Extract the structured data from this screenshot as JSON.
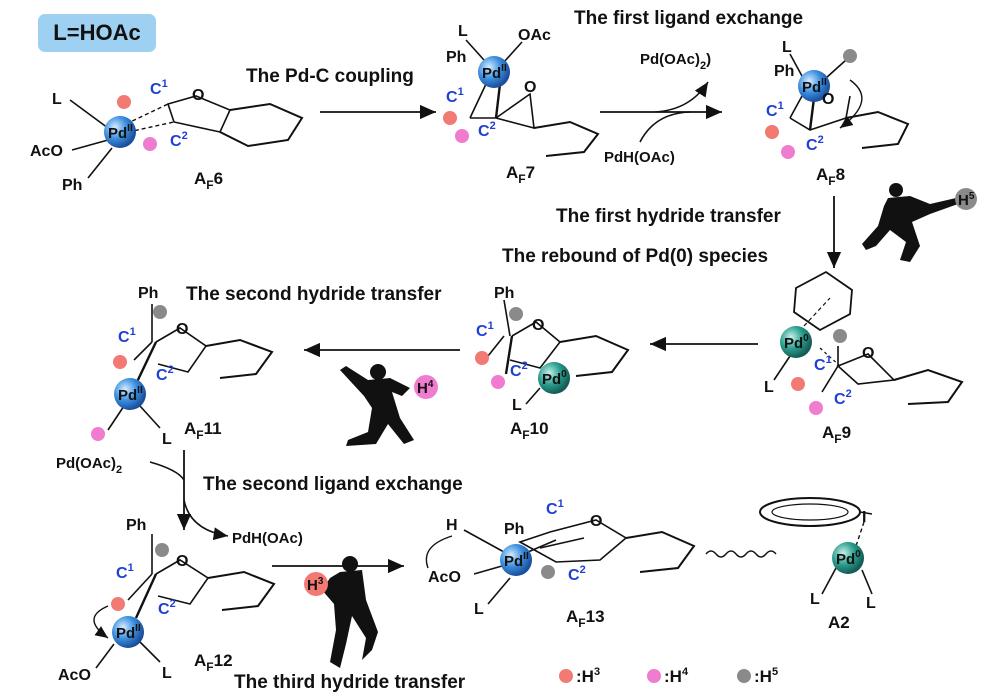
{
  "legend_box": "L=HOAc",
  "steps": {
    "pd_c_coupling": "The Pd-C coupling",
    "first_ligand_exchange": "The first ligand exchange",
    "first_hydride_transfer": "The first hydride transfer",
    "rebound_pd0": "The rebound of Pd(0) species",
    "second_hydride_transfer": "The second hydride transfer",
    "second_ligand_exchange": "The second ligand exchange",
    "third_hydride_transfer": "The third hydride transfer"
  },
  "reagents": {
    "pdoac2_out": "Pd(OAc)",
    "pdoac2_out_sub": "2",
    "pdhoac_in": "PdH(OAc)",
    "pdoac2_in": "Pd(OAc)",
    "pdoac2_in_sub": "2",
    "pdhoac_out": "PdH(OAc)"
  },
  "compounds": {
    "af6": {
      "main": "A",
      "sub": "F",
      "num": "6"
    },
    "af7": {
      "main": "A",
      "sub": "F",
      "num": "7"
    },
    "af8": {
      "main": "A",
      "sub": "F",
      "num": "8"
    },
    "af9": {
      "main": "A",
      "sub": "F",
      "num": "9"
    },
    "af10": {
      "main": "A",
      "sub": "F",
      "num": "10"
    },
    "af11": {
      "main": "A",
      "sub": "F",
      "num": "11"
    },
    "af12": {
      "main": "A",
      "sub": "F",
      "num": "12"
    },
    "af13": {
      "main": "A",
      "sub": "F",
      "num": "13"
    },
    "a2": "A2"
  },
  "atoms": {
    "L": "L",
    "AcO": "AcO",
    "OAc": "OAc",
    "Ph": "Ph",
    "O": "O",
    "H": "H",
    "I": "I",
    "C": "C",
    "one": "1",
    "two": "2",
    "pd": "Pd",
    "pd2": "II",
    "pd0": "0"
  },
  "markers": {
    "h3": "H",
    "h3_sup": "3",
    "h4": "H",
    "h4_sup": "4",
    "h5": "H",
    "h5_sup": "5"
  },
  "legend": [
    {
      "color": "#f27a72",
      "label": ":H",
      "sup": "3"
    },
    {
      "color": "#f07ccf",
      "label": ":H",
      "sup": "4"
    },
    {
      "color": "#8a8a8a",
      "label": ":H",
      "sup": "5"
    }
  ],
  "colors": {
    "h3": "#f27a72",
    "h4": "#f07ccf",
    "h5": "#8a8a8a",
    "pd2_ball": "#3b8fe0",
    "pd0_ball": "#2a9e8f",
    "label_blue": "#1f3fd6"
  }
}
